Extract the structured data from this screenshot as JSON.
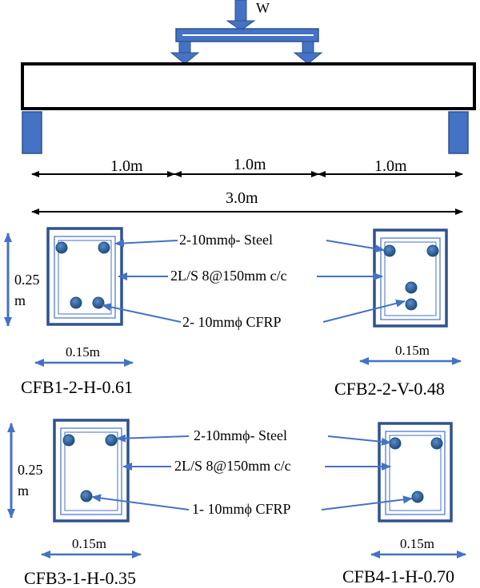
{
  "beam": {
    "load_label": "W",
    "span_labels": [
      "1.0m",
      "1.0m",
      "1.0m"
    ],
    "total_label": "3.0m"
  },
  "row1": {
    "height_value": "0.25",
    "height_unit": "m",
    "width_left": "0.15m",
    "width_right": "0.15m",
    "steel_label": "2-10mmϕ- Steel",
    "stirrup_label": "2L/S 8@150mm c/c",
    "cfrp_label": "2- 10mmϕ  CFRP",
    "name_left": "CFB1-2-H-0.61",
    "name_right": "CFB2-2-V-0.48"
  },
  "row2": {
    "height_value": "0.25",
    "height_unit": "m",
    "width_left": "0.15m",
    "width_right": "0.15m",
    "steel_label": "2-10mmϕ- Steel",
    "stirrup_label": "2L/S 8@150mm c/c",
    "cfrp_label": "1- 10mmϕ  CFRP",
    "name_left": "CFB3-1-H-0.35",
    "name_right": "CFB4-1-H-0.70"
  },
  "colors": {
    "blue": "#4472C4",
    "blue_dark": "#2F528F",
    "bar": "#1F4E79",
    "line": "#000000"
  }
}
